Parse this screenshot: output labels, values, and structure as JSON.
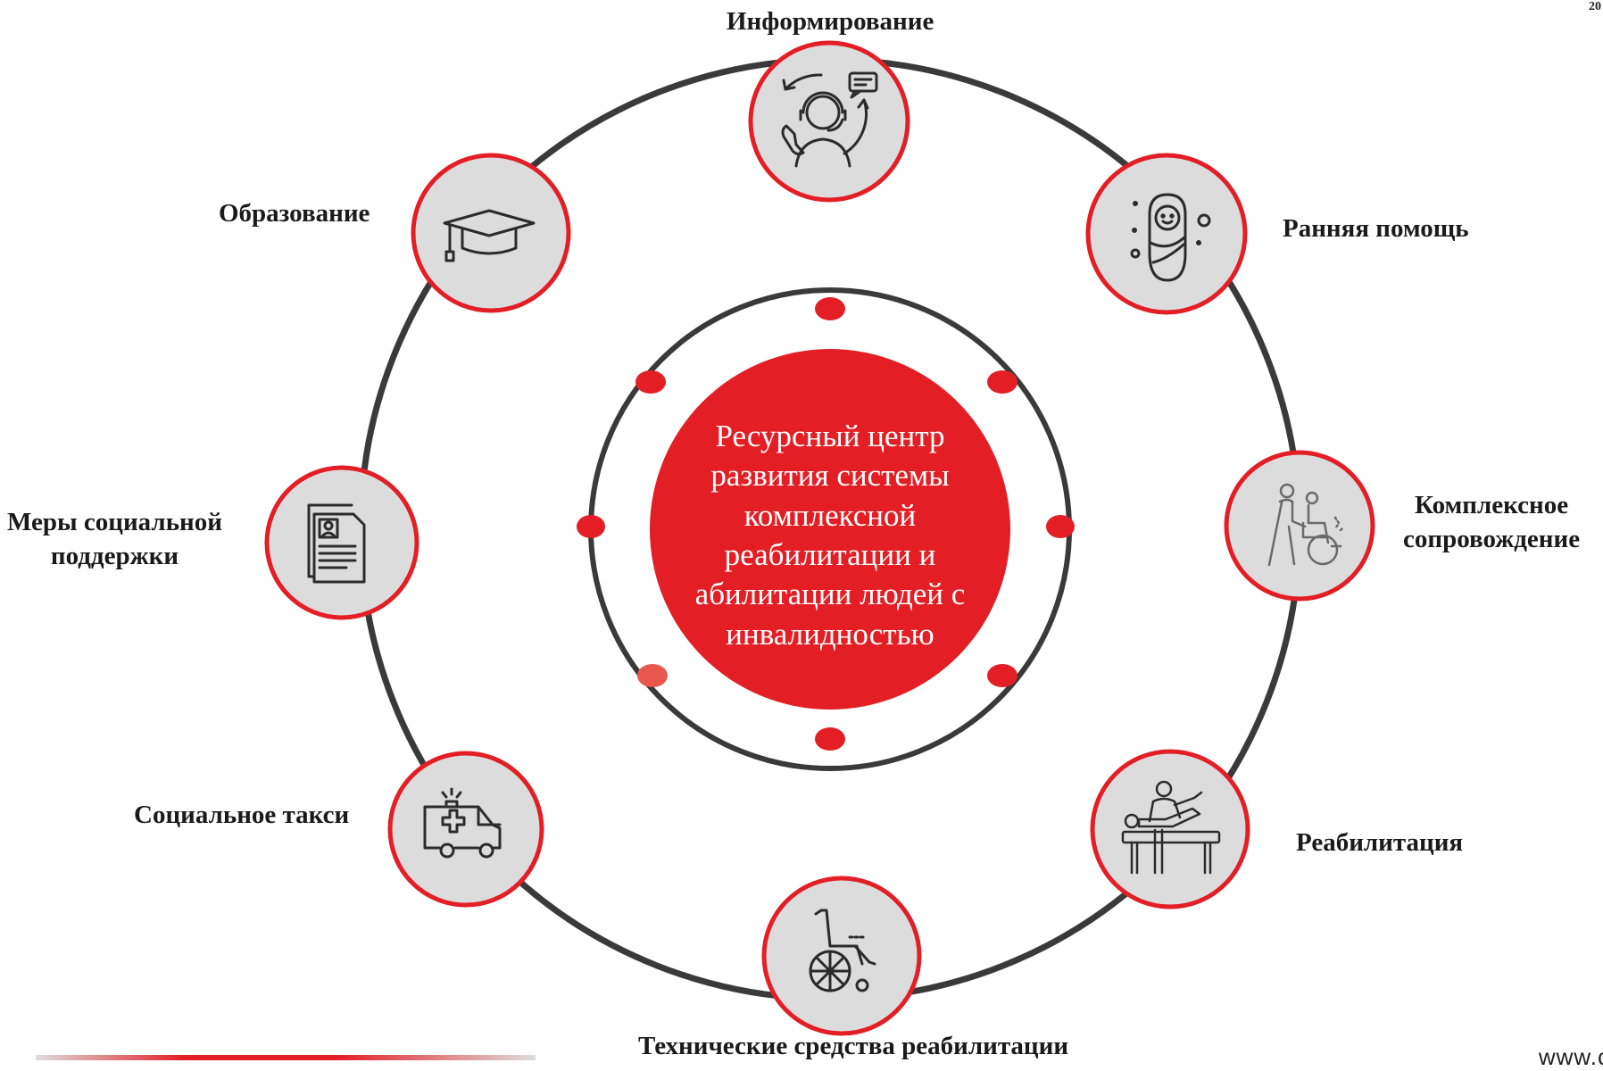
{
  "center": {
    "lines": [
      "Ресурсный центр",
      "развития системы",
      "комплексной",
      "реабилитации и",
      "абилитации людей с",
      "инвалидностью"
    ]
  },
  "nodes": [
    {
      "key": "informing",
      "label": "Информирование",
      "icon": "call-center-operator-icon"
    },
    {
      "key": "early_help",
      "label": "Ранняя помощь",
      "icon": "swaddled-baby-icon"
    },
    {
      "key": "complex_support",
      "label_lines": [
        "Комплексное",
        "сопровождение"
      ],
      "icon": "caregiver-wheelchair-icon"
    },
    {
      "key": "rehabilitation",
      "label": "Реабилитация",
      "icon": "physiotherapy-table-icon"
    },
    {
      "key": "technical_means",
      "label": "Технические средства реабилитации",
      "icon": "wheelchair-icon"
    },
    {
      "key": "social_taxi",
      "label": "Социальное такси",
      "icon": "ambulance-van-icon"
    },
    {
      "key": "social_support",
      "label_lines": [
        "Меры социальной",
        "поддержки"
      ],
      "icon": "documents-profile-icon"
    },
    {
      "key": "education",
      "label": "Образование",
      "icon": "graduation-cap-icon"
    }
  ],
  "footer": {
    "corner_fragment": "20",
    "url_fragment": "www.c"
  },
  "colors": {
    "accent_red": "#e31e25",
    "ring_dark": "#3a3a3a",
    "node_fill": "#dcdcdc",
    "icon_stroke": "#2b2b2b"
  }
}
